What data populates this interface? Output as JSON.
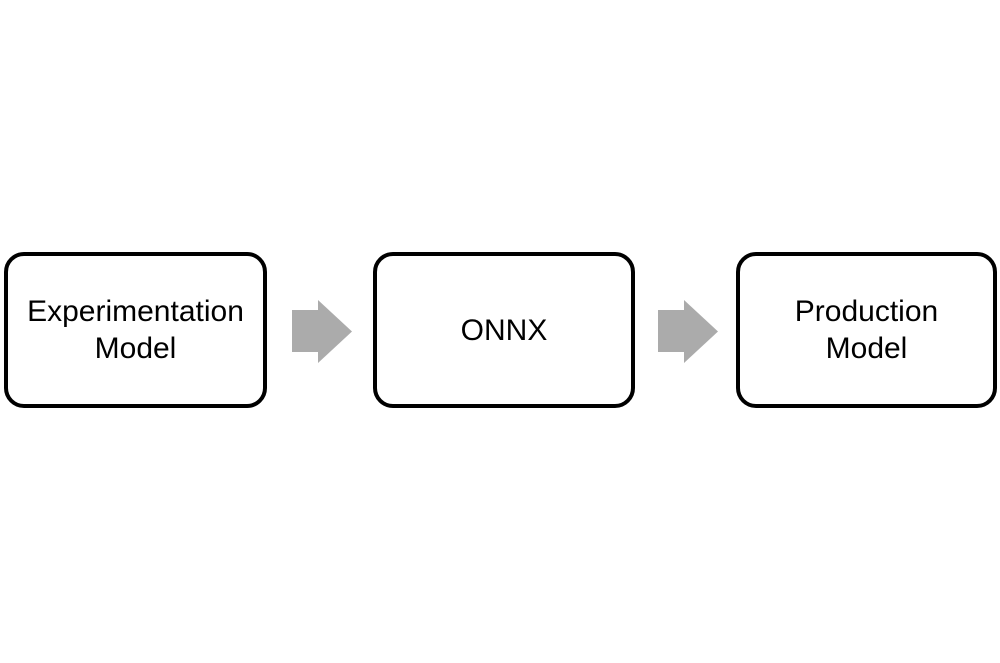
{
  "diagram": {
    "type": "flow",
    "direction": "left-to-right",
    "nodes": [
      {
        "id": "experimentation-model",
        "label": "Experimentation Model",
        "lines": [
          "Experimentation",
          "Model"
        ]
      },
      {
        "id": "onnx",
        "label": "ONNX",
        "lines": [
          "ONNX"
        ]
      },
      {
        "id": "production-model",
        "label": "Production Model",
        "lines": [
          "Production",
          "Model"
        ]
      }
    ],
    "connectors": [
      {
        "from": "experimentation-model",
        "to": "onnx",
        "shape": "block-arrow-right"
      },
      {
        "from": "onnx",
        "to": "production-model",
        "shape": "block-arrow-right"
      }
    ],
    "colors": {
      "background": "#ffffff",
      "box_fill": "#ffffff",
      "box_border": "#000000",
      "text": "#000000",
      "arrow": "#ABABAB"
    }
  }
}
